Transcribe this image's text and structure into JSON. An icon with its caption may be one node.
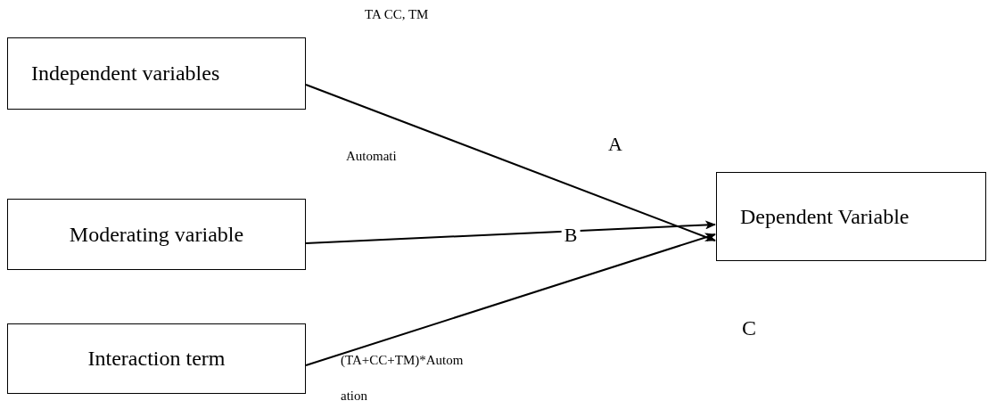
{
  "diagram": {
    "nodes": [
      {
        "text": [
          "Independent variables"
        ]
      },
      {
        "text": [
          "Moderating variable"
        ]
      },
      {
        "text": [
          "Interaction term"
        ]
      },
      {
        "text": [
          "Dependent Variable"
        ]
      }
    ],
    "edges": [
      {
        "from": 0,
        "to": 3,
        "arrow": "to",
        "label": "A"
      },
      {
        "from": 1,
        "to": 3,
        "arrow": "to",
        "label": "B"
      },
      {
        "from": 2,
        "to": 3,
        "arrow": "to"
      }
    ],
    "labels": [
      "TA CC, TM",
      "Automati",
      "C",
      "(TA+CC+TM)*Autom",
      "ation"
    ]
  }
}
